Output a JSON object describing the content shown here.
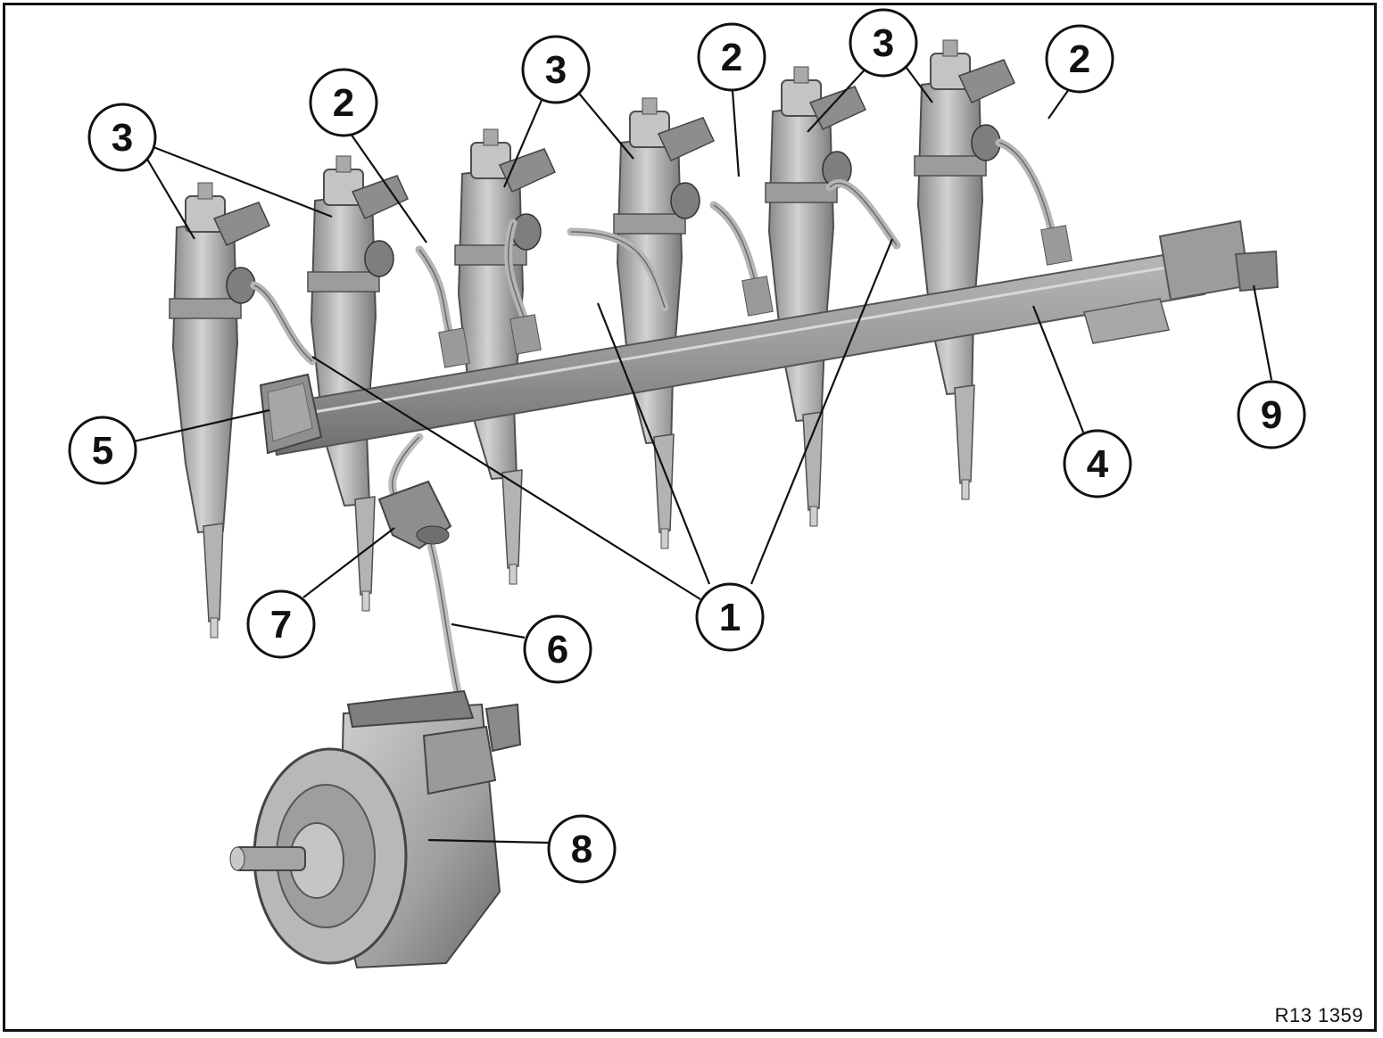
{
  "figure_code": "R13 1359",
  "colors": {
    "line": "#111111",
    "part_light": "#c9c9c9",
    "part_mid": "#a9a9a9",
    "part_dark": "#7d7d7d",
    "part_edge": "#5a5a5a",
    "pipe": "#bdbdbd"
  },
  "callouts": [
    {
      "id": "c3a",
      "label": "3"
    },
    {
      "id": "c2a",
      "label": "2"
    },
    {
      "id": "c3b",
      "label": "3"
    },
    {
      "id": "c2b",
      "label": "2"
    },
    {
      "id": "c3c",
      "label": "3"
    },
    {
      "id": "c2c",
      "label": "2"
    },
    {
      "id": "c5",
      "label": "5"
    },
    {
      "id": "c4",
      "label": "4"
    },
    {
      "id": "c9",
      "label": "9"
    },
    {
      "id": "c7",
      "label": "7"
    },
    {
      "id": "c1",
      "label": "1"
    },
    {
      "id": "c6",
      "label": "6"
    },
    {
      "id": "c8",
      "label": "8"
    }
  ]
}
